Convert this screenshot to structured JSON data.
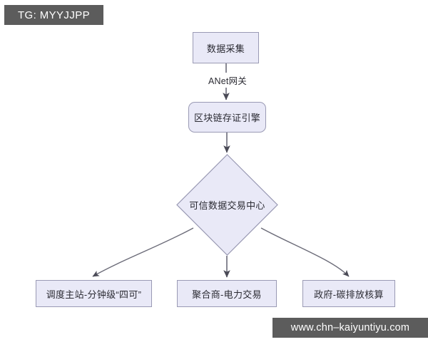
{
  "diagram": {
    "type": "flowchart",
    "background_color": "#ffffff",
    "node_fill": "#e9e9f7",
    "node_border": "#9a9ab4",
    "edge_color": "#5a5a66",
    "text_color": "#2b2b33",
    "nodes": [
      {
        "id": "collect",
        "label": "数据采集",
        "shape": "rectangle"
      },
      {
        "id": "engine",
        "label": "区块链存证引擎",
        "shape": "rounded-rectangle"
      },
      {
        "id": "center",
        "label": "可信数据交易中心",
        "shape": "diamond"
      },
      {
        "id": "dispatch",
        "label": "调度主站-分钟级“四可”",
        "shape": "rectangle"
      },
      {
        "id": "aggregator",
        "label": "聚合商-电力交易",
        "shape": "rectangle"
      },
      {
        "id": "government",
        "label": "政府-碳排放核算",
        "shape": "rectangle"
      }
    ],
    "edges": [
      {
        "from": "collect",
        "to": "engine",
        "label": "ANet网关",
        "style": "straight"
      },
      {
        "from": "engine",
        "to": "center",
        "label": "",
        "style": "straight"
      },
      {
        "from": "center",
        "to": "dispatch",
        "label": "",
        "style": "curved"
      },
      {
        "from": "center",
        "to": "aggregator",
        "label": "",
        "style": "straight"
      },
      {
        "from": "center",
        "to": "government",
        "label": "",
        "style": "curved"
      }
    ]
  },
  "watermarks": {
    "tag": "TG: MYYJJPP",
    "site": "www.chn–kaiyuntiyu.com"
  }
}
